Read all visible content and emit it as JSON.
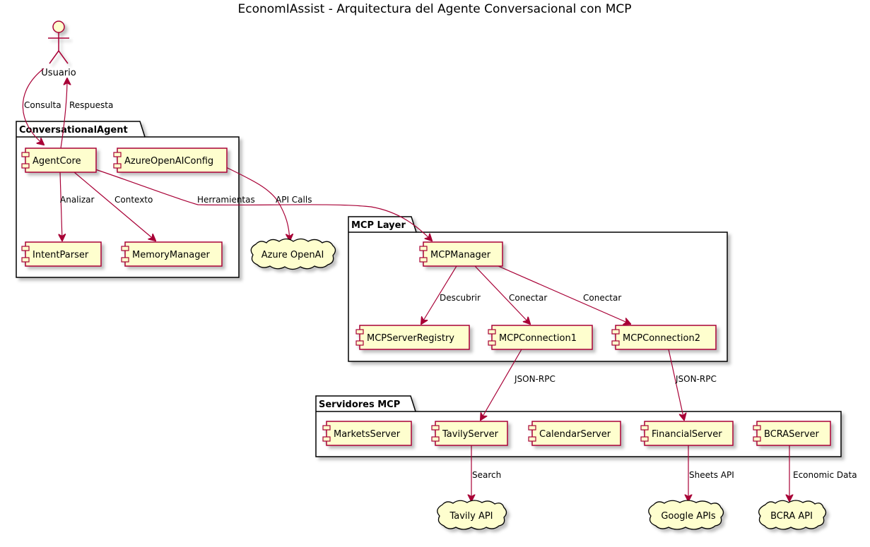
{
  "title": "EconomIAssist - Arquitectura del Agente Conversacional con MCP",
  "actor": {
    "label": "Usuario"
  },
  "packages": {
    "conversational_agent": "ConversationalAgent",
    "mcp_layer": "MCP Layer",
    "servidores": "Servidores MCP"
  },
  "components": {
    "agent_core": "AgentCore",
    "azure_config": "AzureOpenAIConfig",
    "intent_parser": "IntentParser",
    "memory_manager": "MemoryManager",
    "mcp_manager": "MCPManager",
    "mcp_registry": "MCPServerRegistry",
    "mcp_conn1": "MCPConnection1",
    "mcp_conn2": "MCPConnection2",
    "markets_server": "MarketsServer",
    "tavily_server": "TavilyServer",
    "calendar_server": "CalendarServer",
    "financial_server": "FinancialServer",
    "bcra_server": "BCRAServer"
  },
  "clouds": {
    "azure_openai": "Azure OpenAI",
    "tavily_api": "Tavily API",
    "google_apis": "Google APIs",
    "bcra_api": "BCRA API"
  },
  "edges": {
    "consulta": "Consulta",
    "respuesta": "Respuesta",
    "analizar": "Analizar",
    "contexto": "Contexto",
    "herramientas": "Herramientas",
    "api_calls": "API Calls",
    "descubrir": "Descubrir",
    "conectar1": "Conectar",
    "conectar2": "Conectar",
    "jsonrpc1": "JSON-RPC",
    "jsonrpc2": "JSON-RPC",
    "search": "Search",
    "sheets_api": "Sheets API",
    "economic_data": "Economic Data"
  },
  "colors": {
    "component_fill": "#FEFECE",
    "component_border": "#A80036",
    "edge": "#A80036",
    "package_border": "#000000"
  }
}
